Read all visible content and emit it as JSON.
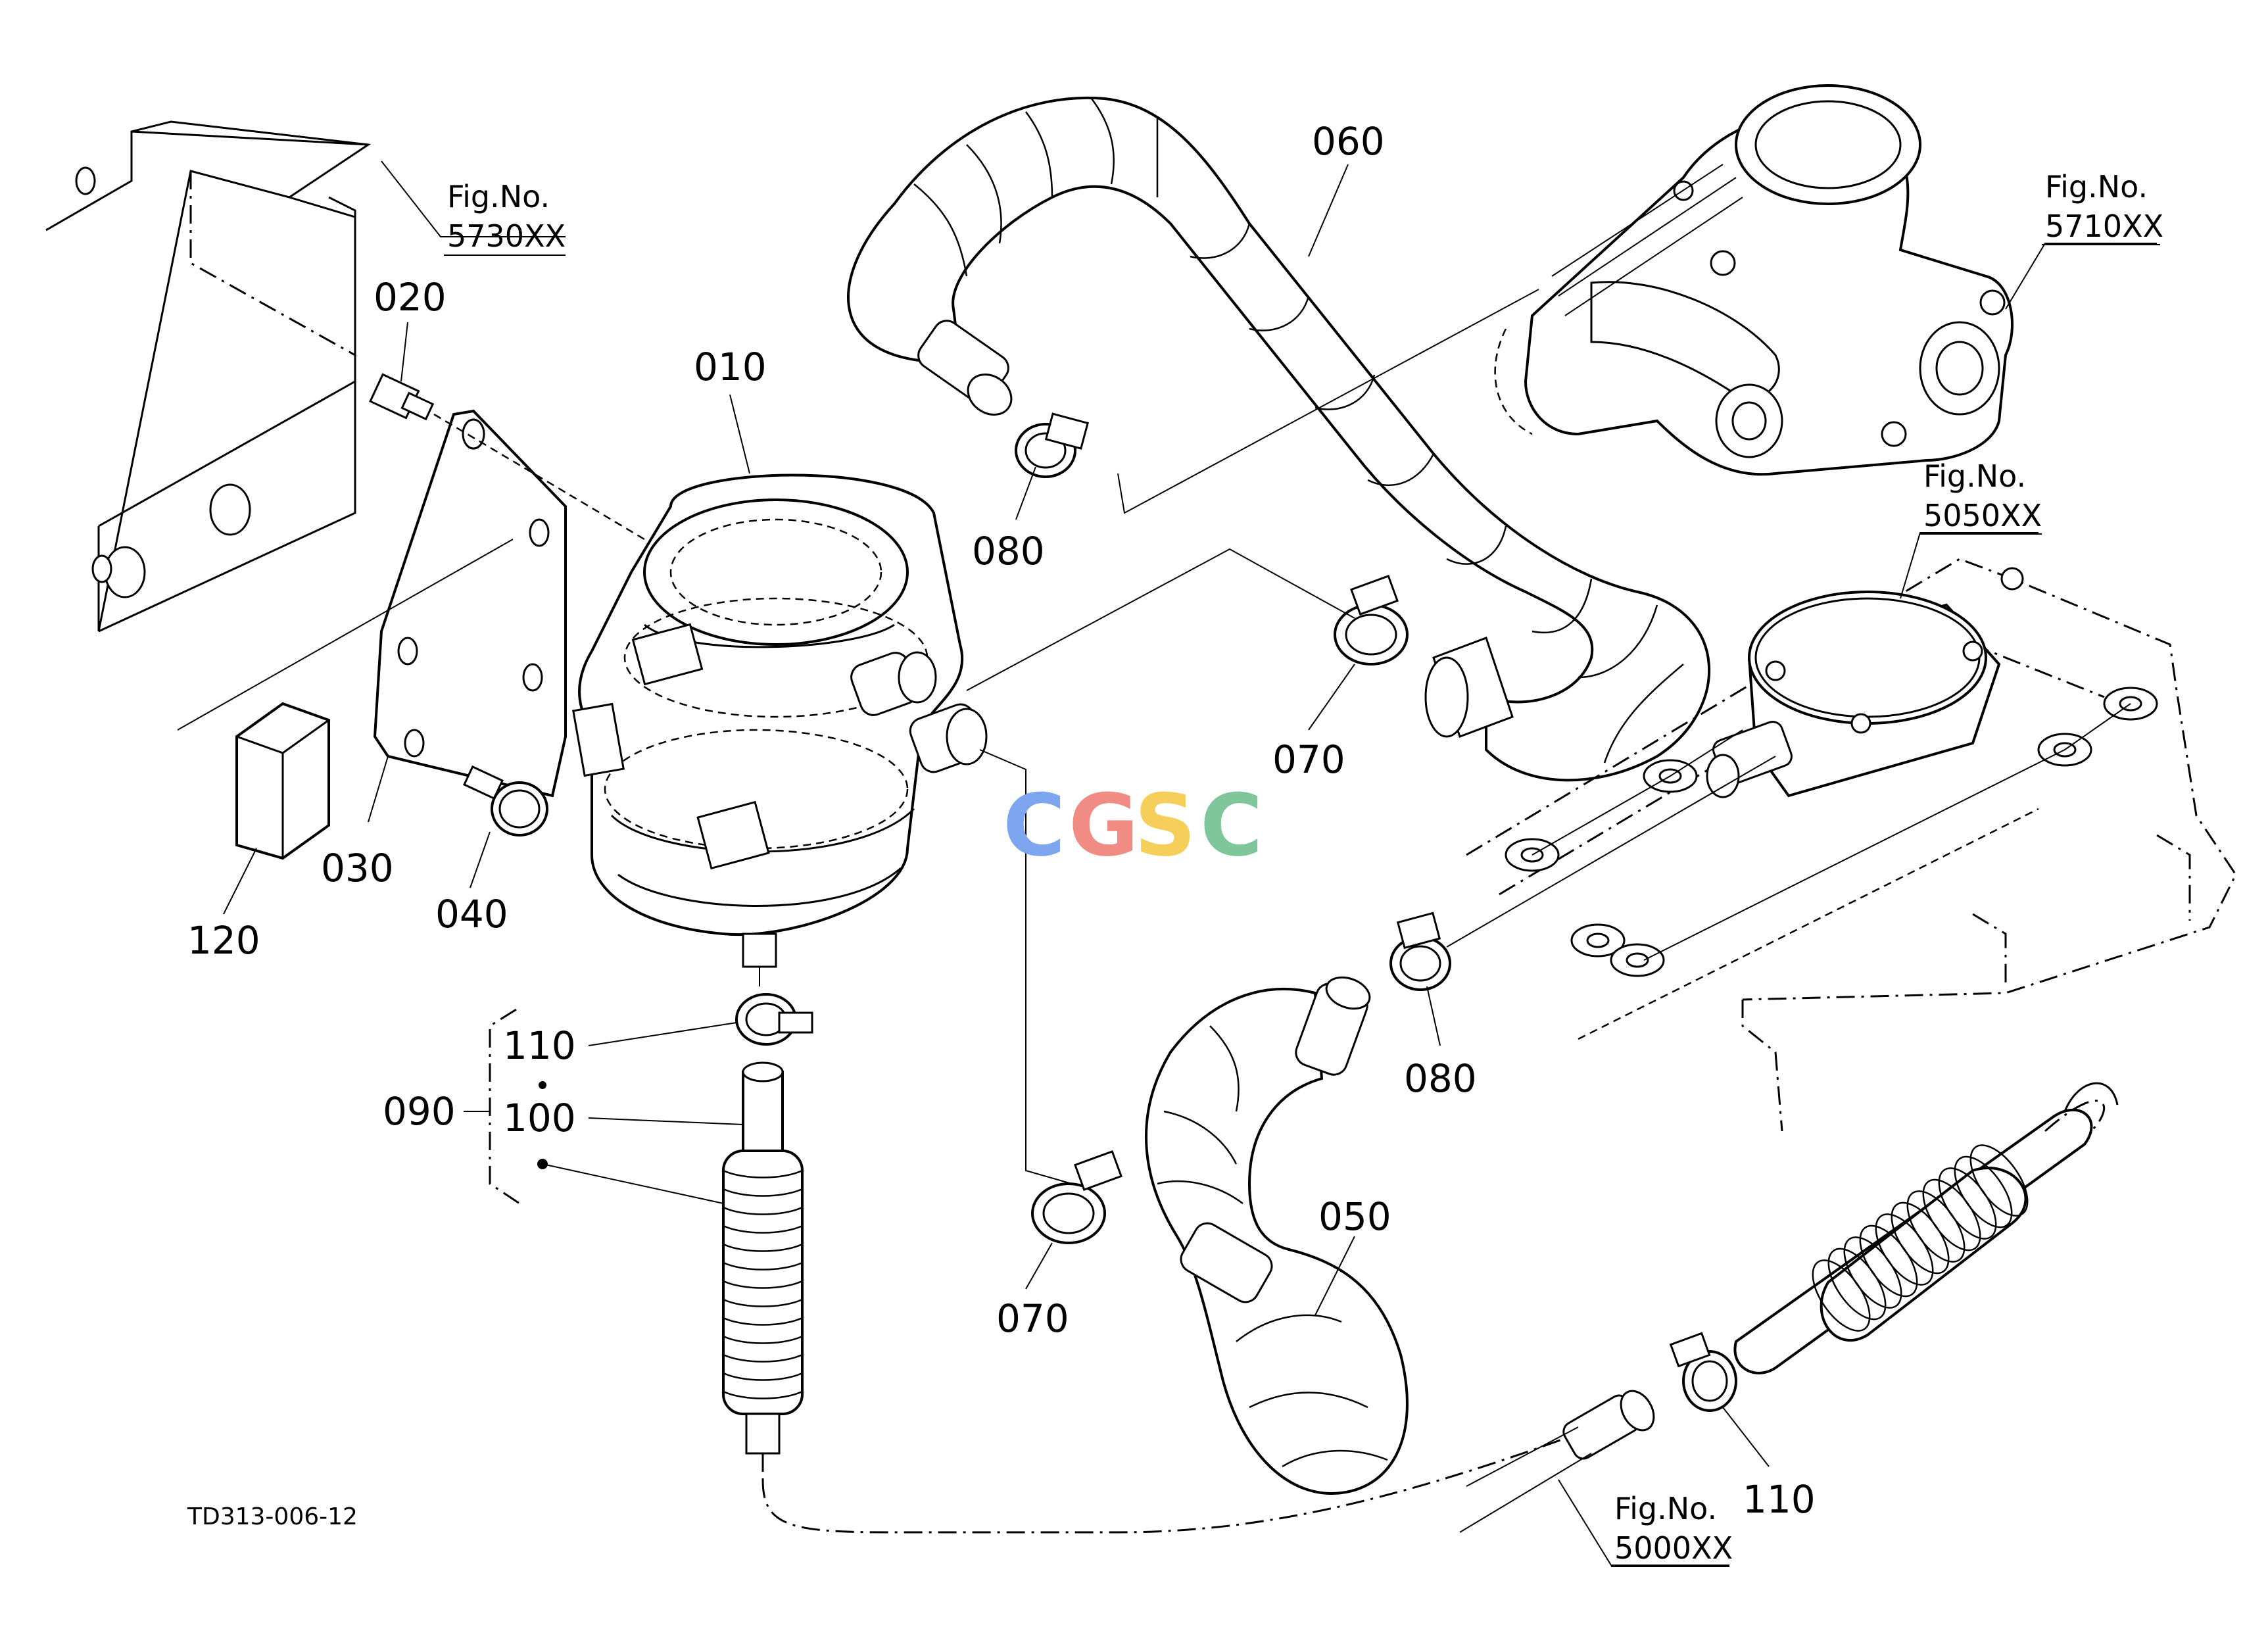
{
  "parts": {
    "p010": "010",
    "p020": "020",
    "p030": "030",
    "p040": "040",
    "p050": "050",
    "p060": "060",
    "p070a": "070",
    "p070b": "070",
    "p080a": "080",
    "p080b": "080",
    "p090": "090",
    "p100": "100",
    "p110a": "110",
    "p110b": "110",
    "p120": "120"
  },
  "figure_refs": {
    "fig5730": {
      "label": "Fig.No.",
      "number": "5730XX"
    },
    "fig5710": {
      "label": "Fig.No.",
      "number": "5710XX"
    },
    "fig5050": {
      "label": "Fig.No.",
      "number": "5050XX"
    },
    "fig5000": {
      "label": "Fig.No.",
      "number": "5000XX"
    }
  },
  "drawing_code": "TD313-006-12",
  "watermark": {
    "letters": [
      "C",
      "G",
      "S",
      "C"
    ],
    "colors": [
      "#7ea6f0",
      "#f08c84",
      "#f5cf5a",
      "#7fc79a"
    ]
  }
}
